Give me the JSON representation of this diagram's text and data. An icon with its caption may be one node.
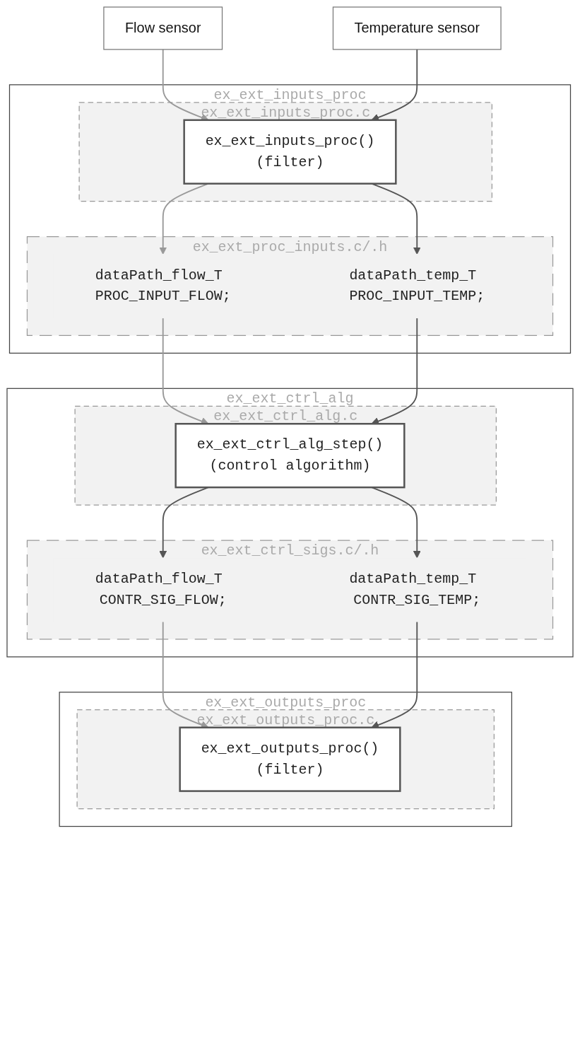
{
  "diagram": {
    "nodes": [
      {
        "text": [
          "Flow sensor"
        ]
      },
      {
        "text": [
          "Temperature sensor"
        ]
      },
      {
        "text": [
          "ex_ext_inputs_proc"
        ]
      },
      {
        "text": [
          "ex_ext_inputs_proc.c"
        ],
        "in": 2
      },
      {
        "text": [
          "ex_ext_inputs_proc()",
          "(filter)"
        ],
        "in": 3
      },
      {
        "text": [
          "ex_ext_proc_inputs.c/.h"
        ],
        "in": 2
      },
      {
        "text": [
          "dataPath_flow_T PROC_INPUT_FLOW;"
        ],
        "in": 5
      },
      {
        "text": [
          "dataPath_temp_T PROC_INPUT_TEMP;"
        ],
        "in": 5
      },
      {
        "text": [
          "ex_ext_ctrl_alg"
        ]
      },
      {
        "text": [
          "ex_ext_ctrl_alg.c"
        ],
        "in": 8
      },
      {
        "text": [
          "ex_ext_ctrl_alg_step()",
          "(control algorithm)"
        ],
        "in": 9
      },
      {
        "text": [
          "ex_ext_ctrl_sigs.c/.h"
        ],
        "in": 8
      },
      {
        "text": [
          "dataPath_flow_T CONTR_SIG_FLOW;"
        ],
        "in": 11
      },
      {
        "text": [
          "dataPath_temp_T CONTR_SIG_TEMP;"
        ],
        "in": 11
      },
      {
        "text": [
          "ex_ext_outputs_proc"
        ]
      },
      {
        "text": [
          "ex_ext_outputs_proc.c"
        ],
        "in": 14
      },
      {
        "text": [
          "ex_ext_outputs_proc()",
          "(filter)"
        ],
        "in": 15
      }
    ],
    "edges": [
      {
        "from": 0,
        "to": 4,
        "arrow": "to",
        "color": "#999999"
      },
      {
        "from": 1,
        "to": 4,
        "arrow": "to"
      },
      {
        "from": 4,
        "to": 6,
        "arrow": "to",
        "color": "#999999"
      },
      {
        "from": 4,
        "to": 7,
        "arrow": "to"
      },
      {
        "from": 6,
        "to": 10,
        "arrow": "to",
        "color": "#999999"
      },
      {
        "from": 7,
        "to": 10,
        "arrow": "to"
      },
      {
        "from": 10,
        "to": 12,
        "arrow": "to"
      },
      {
        "from": 10,
        "to": 13,
        "arrow": "to"
      },
      {
        "from": 12,
        "to": 16,
        "arrow": "to",
        "color": "#999999"
      },
      {
        "from": 13,
        "to": 16,
        "arrow": "to"
      }
    ]
  }
}
